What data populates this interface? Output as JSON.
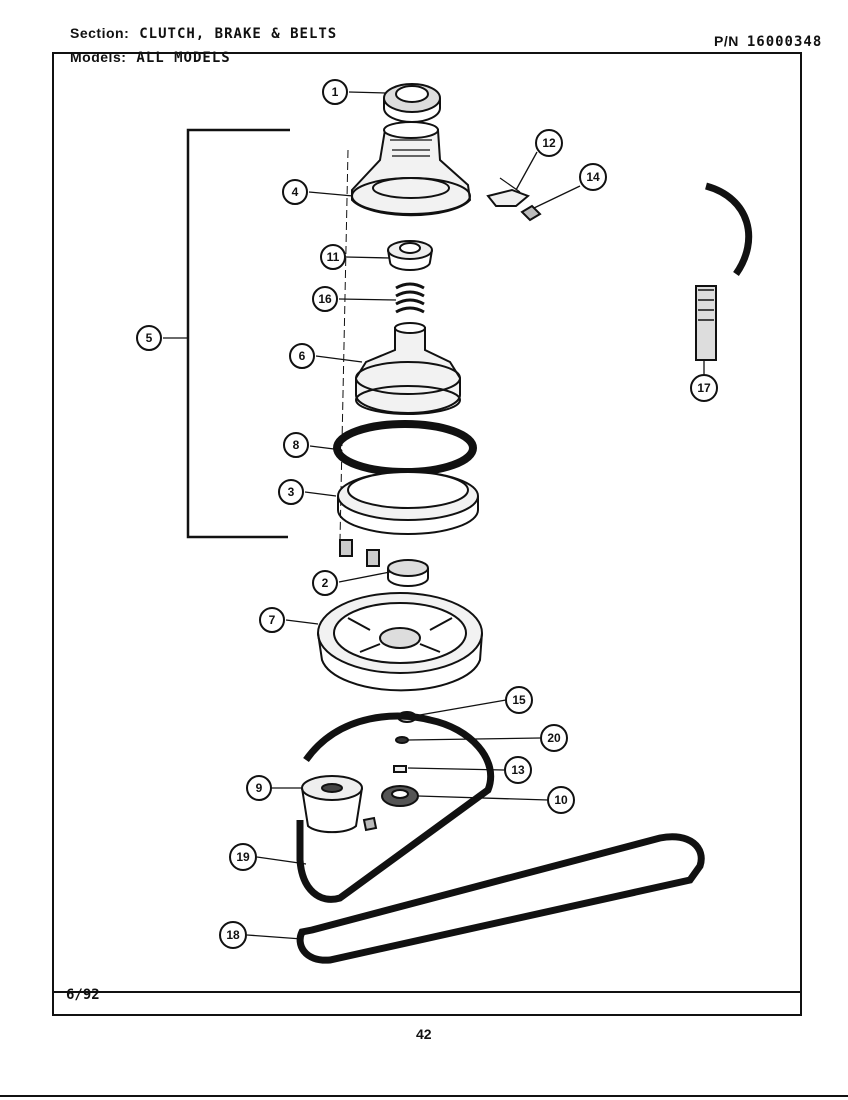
{
  "header": {
    "section_label": "Section:",
    "section_value": "CLUTCH, BRAKE & BELTS",
    "models_label": "Models:",
    "models_value": "ALL MODELS",
    "part_number_label": "P/N",
    "part_number_value": "16000348"
  },
  "footer": {
    "date": "6/92",
    "page_number": "42"
  },
  "callouts": [
    "1",
    "2",
    "3",
    "4",
    "5",
    "6",
    "7",
    "8",
    "9",
    "10",
    "11",
    "12",
    "13",
    "14",
    "15",
    "16",
    "17",
    "18",
    "19",
    "20"
  ]
}
